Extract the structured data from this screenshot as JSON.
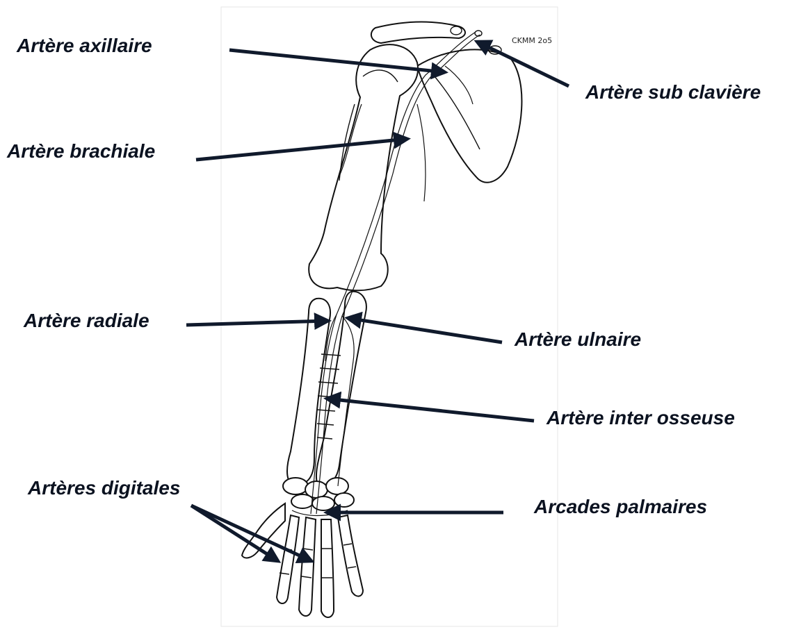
{
  "signature": "CKMM 2o5",
  "labels": {
    "axillaire": "Artère axillaire",
    "subclaviere": "Artère sub clavière",
    "brachiale": "Artère brachiale",
    "radiale": "Artère radiale",
    "ulnaire": "Artère ulnaire",
    "interosseuse": "Artère inter osseuse",
    "digitales": "Artères digitales",
    "arcades": "Arcades palmaires"
  },
  "colors": {
    "ink": "#0b1220",
    "arrow": "#101a2c",
    "background": "#ffffff"
  }
}
